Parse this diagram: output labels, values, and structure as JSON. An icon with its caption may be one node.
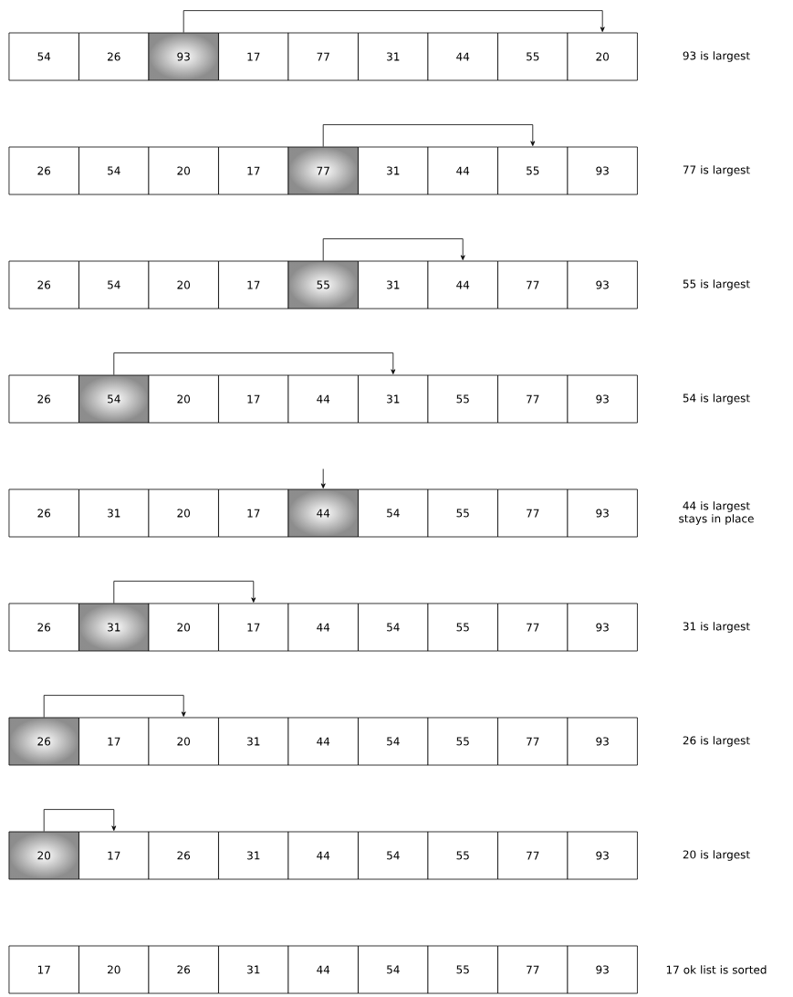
{
  "diagram": {
    "nodes": [
      {
        "text": [
          "54"
        ]
      },
      {
        "text": [
          "26"
        ]
      },
      {
        "text": [
          "93"
        ]
      },
      {
        "text": [
          "17"
        ]
      },
      {
        "text": [
          "77"
        ]
      },
      {
        "text": [
          "31"
        ]
      },
      {
        "text": [
          "44"
        ]
      },
      {
        "text": [
          "55"
        ]
      },
      {
        "text": [
          "20"
        ]
      },
      {
        "text": [
          "26"
        ]
      },
      {
        "text": [
          "54"
        ]
      },
      {
        "text": [
          "20"
        ]
      },
      {
        "text": [
          "17"
        ]
      },
      {
        "text": [
          "77"
        ]
      },
      {
        "text": [
          "31"
        ]
      },
      {
        "text": [
          "44"
        ]
      },
      {
        "text": [
          "55"
        ]
      },
      {
        "text": [
          "93"
        ]
      },
      {
        "text": [
          "26"
        ]
      },
      {
        "text": [
          "54"
        ]
      },
      {
        "text": [
          "20"
        ]
      },
      {
        "text": [
          "17"
        ]
      },
      {
        "text": [
          "55"
        ]
      },
      {
        "text": [
          "31"
        ]
      },
      {
        "text": [
          "44"
        ]
      },
      {
        "text": [
          "77"
        ]
      },
      {
        "text": [
          "93"
        ]
      },
      {
        "text": [
          "26"
        ]
      },
      {
        "text": [
          "54"
        ]
      },
      {
        "text": [
          "20"
        ]
      },
      {
        "text": [
          "17"
        ]
      },
      {
        "text": [
          "44"
        ]
      },
      {
        "text": [
          "31"
        ]
      },
      {
        "text": [
          "55"
        ]
      },
      {
        "text": [
          "77"
        ]
      },
      {
        "text": [
          "93"
        ]
      },
      {
        "text": [
          "26"
        ]
      },
      {
        "text": [
          "31"
        ]
      },
      {
        "text": [
          "20"
        ]
      },
      {
        "text": [
          "17"
        ]
      },
      {
        "text": [
          "44"
        ]
      },
      {
        "text": [
          "54"
        ]
      },
      {
        "text": [
          "55"
        ]
      },
      {
        "text": [
          "77"
        ]
      },
      {
        "text": [
          "93"
        ]
      },
      {
        "text": [
          "26"
        ]
      },
      {
        "text": [
          "31"
        ]
      },
      {
        "text": [
          "20"
        ]
      },
      {
        "text": [
          "17"
        ]
      },
      {
        "text": [
          "44"
        ]
      },
      {
        "text": [
          "54"
        ]
      },
      {
        "text": [
          "55"
        ]
      },
      {
        "text": [
          "77"
        ]
      },
      {
        "text": [
          "93"
        ]
      },
      {
        "text": [
          "26"
        ]
      },
      {
        "text": [
          "17"
        ]
      },
      {
        "text": [
          "20"
        ]
      },
      {
        "text": [
          "31"
        ]
      },
      {
        "text": [
          "44"
        ]
      },
      {
        "text": [
          "54"
        ]
      },
      {
        "text": [
          "55"
        ]
      },
      {
        "text": [
          "77"
        ]
      },
      {
        "text": [
          "93"
        ]
      },
      {
        "text": [
          "20"
        ]
      },
      {
        "text": [
          "17"
        ]
      },
      {
        "text": [
          "26"
        ]
      },
      {
        "text": [
          "31"
        ]
      },
      {
        "text": [
          "44"
        ]
      },
      {
        "text": [
          "54"
        ]
      },
      {
        "text": [
          "55"
        ]
      },
      {
        "text": [
          "77"
        ]
      },
      {
        "text": [
          "93"
        ]
      },
      {
        "text": [
          "17"
        ]
      },
      {
        "text": [
          "20"
        ]
      },
      {
        "text": [
          "26"
        ]
      },
      {
        "text": [
          "31"
        ]
      },
      {
        "text": [
          "44"
        ]
      },
      {
        "text": [
          "54"
        ]
      },
      {
        "text": [
          "55"
        ]
      },
      {
        "text": [
          "77"
        ]
      },
      {
        "text": [
          "93"
        ]
      }
    ],
    "edges": [
      {
        "from": 2,
        "to": 8,
        "arrow": "to"
      },
      {
        "from": 13,
        "to": 16,
        "arrow": "to"
      },
      {
        "from": 22,
        "to": 24,
        "arrow": "to"
      },
      {
        "from": 28,
        "to": 32,
        "arrow": "to"
      },
      {
        "from": null,
        "to": 40,
        "arrow": "to"
      },
      {
        "from": 46,
        "to": 48,
        "arrow": "to"
      },
      {
        "from": 54,
        "to": 56,
        "arrow": "to"
      },
      {
        "from": 63,
        "to": 64,
        "arrow": "to"
      }
    ],
    "labels": [
      "93 is largest",
      "77 is largest",
      "55 is largest",
      "54 is largest",
      "44 is largest stays in place",
      "31 is largest",
      "26 is largest",
      "20 is largest",
      "17 ok list is sorted"
    ]
  }
}
